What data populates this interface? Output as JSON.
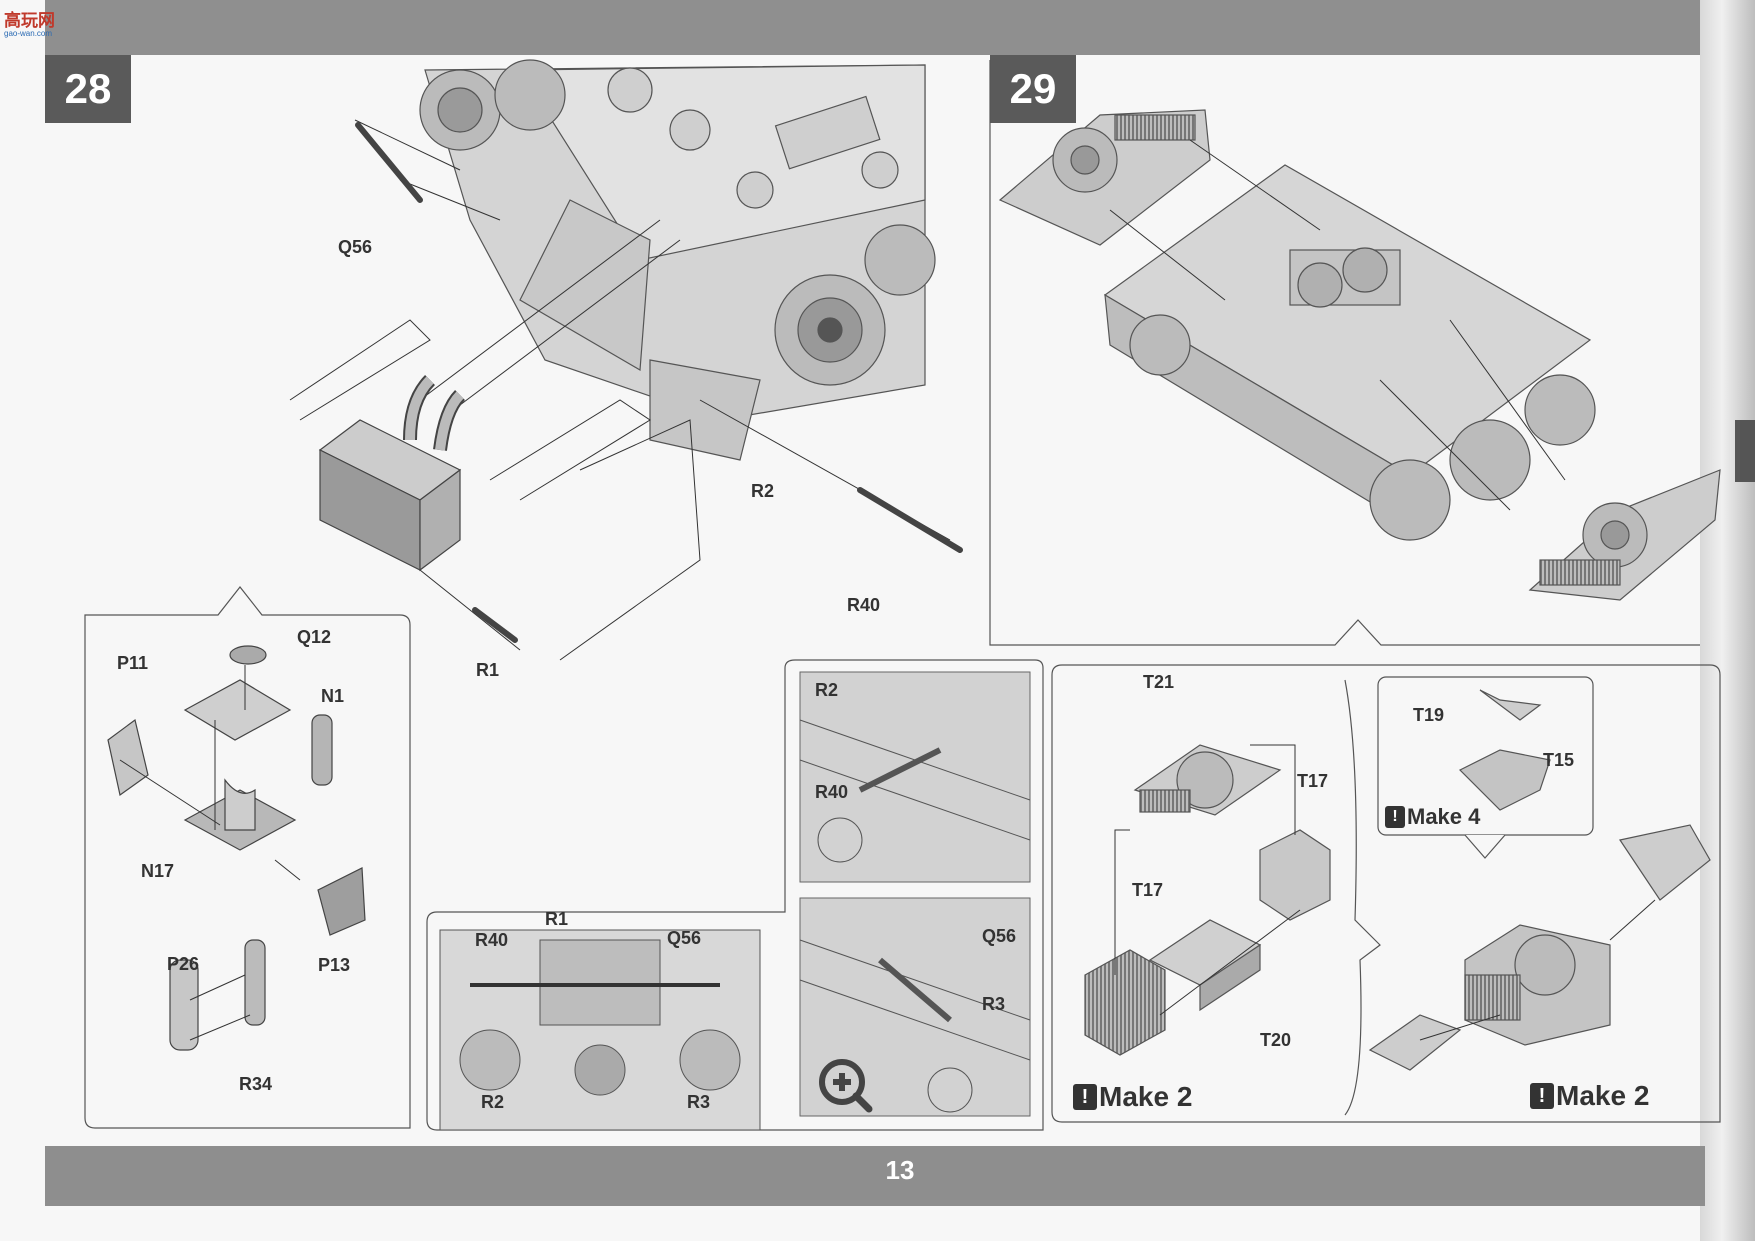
{
  "header": {
    "logo_text": "高玩网",
    "logo_sub": "gao-wan.com"
  },
  "steps": [
    {
      "number": "28"
    },
    {
      "number": "29"
    }
  ],
  "labels": {
    "q56_main": "Q56",
    "r2_main": "R2",
    "r40_main": "R40",
    "r1_main": "R1",
    "p11": "P11",
    "q12": "Q12",
    "n1": "N1",
    "n17": "N17",
    "p13": "P13",
    "p26": "P26",
    "r34": "R34",
    "front_r1": "R1",
    "front_r40": "R40",
    "front_q56": "Q56",
    "front_r2": "R2",
    "front_r3": "R3",
    "detail_r2": "R2",
    "detail_r40": "R40",
    "detail_q56": "Q56",
    "detail_r3": "R3",
    "t21": "T21",
    "t17_top": "T17",
    "t17_left": "T17",
    "t20": "T20",
    "t19": "T19",
    "t15": "T15"
  },
  "make_notes": {
    "make4": "Make 4",
    "make2_left": "Make 2",
    "make2_right": "Make 2",
    "bang": "!"
  },
  "footer": {
    "page_number": "13"
  }
}
